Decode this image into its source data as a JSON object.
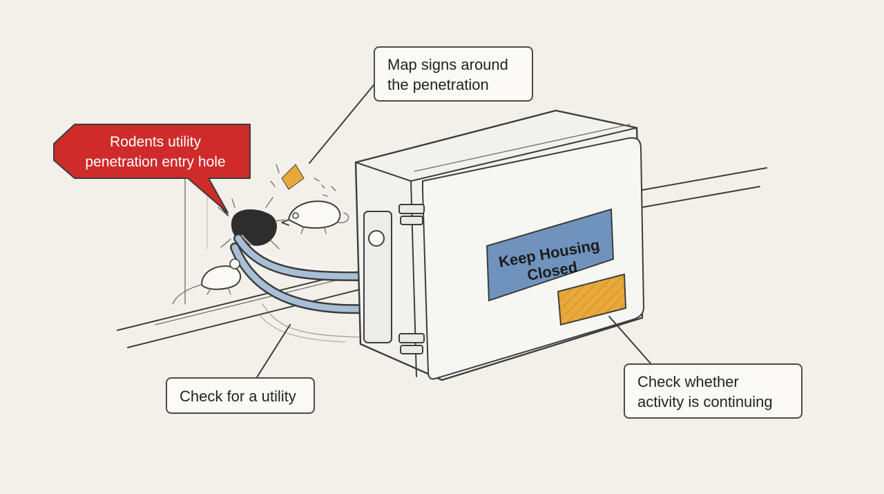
{
  "callouts": {
    "hole": {
      "line1": "Rodents utility",
      "line2": "penetration entry hole"
    },
    "map": {
      "line1": "Map signs around",
      "line2": "the penetration"
    },
    "utility": {
      "line1": "Check for a utility"
    },
    "activity": {
      "line1": "Check whether",
      "line2": "activity is continuing"
    }
  },
  "sign": {
    "line1": "Keep Housing",
    "line2": "Closed"
  },
  "colors": {
    "background": "#f3f0e9",
    "alert_red": "#cf2b2b",
    "sign_blue": "#6f93bd",
    "warning_orange": "#e8a93a",
    "cable_blue": "#8aa6c4"
  }
}
